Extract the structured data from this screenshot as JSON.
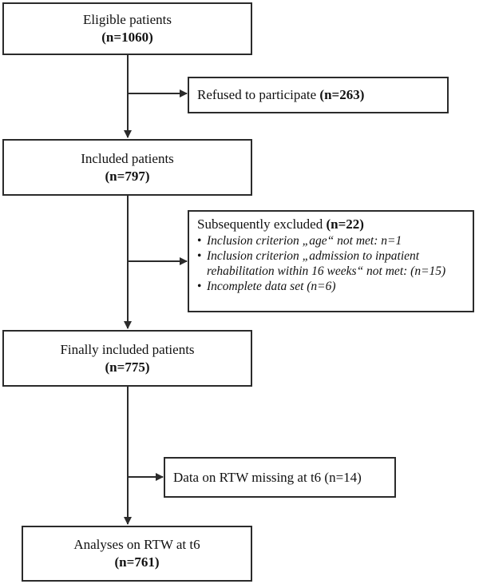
{
  "nodes": {
    "eligible": {
      "title": "Eligible patients",
      "count": "(n=1060)"
    },
    "refused": {
      "text": "Refused to participate",
      "count": "(n=263)"
    },
    "included": {
      "title": "Included patients",
      "count": "(n=797)"
    },
    "excluded": {
      "head_text": "Subsequently excluded",
      "head_count": "(n=22)",
      "items": [
        "Inclusion criterion „age“ not met: n=1",
        "Inclusion criterion „admission to inpatient rehabilitation within 16 weeks“ not met: (n=15)",
        "Incomplete data set (n=6)"
      ]
    },
    "final": {
      "title": "Finally included patients",
      "count": "(n=775)"
    },
    "missing": {
      "text": "Data on RTW missing at t6 (n=14)"
    },
    "analyses": {
      "title": "Analyses on RTW at t6",
      "count": "(n=761)"
    }
  }
}
